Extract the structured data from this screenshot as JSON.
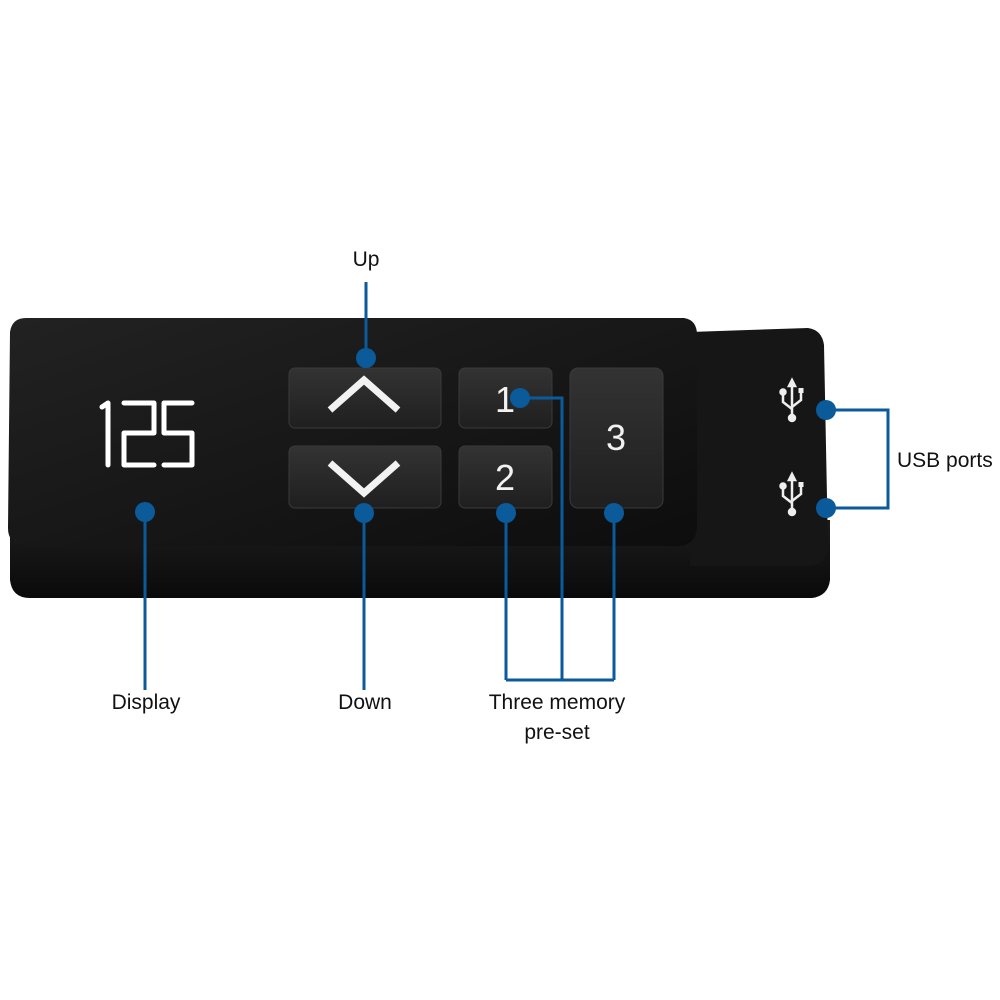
{
  "display": {
    "reading": "125"
  },
  "keys": {
    "preset_1": "1",
    "preset_2": "2",
    "preset_3": "3"
  },
  "callouts": {
    "up": "Up",
    "down": "Down",
    "display": "Display",
    "memory_line1": "Three memory",
    "memory_line2": "pre-set",
    "usb": "USB ports"
  },
  "icons": {
    "up_key": "chevron-up-icon",
    "down_key": "chevron-down-icon",
    "usb_port": "usb-icon"
  },
  "colors": {
    "accent": "#0b5a9a",
    "device": "#141414",
    "key": "#2a2a2a",
    "key_text": "#f2f2f2",
    "segment": "#ffffff"
  }
}
